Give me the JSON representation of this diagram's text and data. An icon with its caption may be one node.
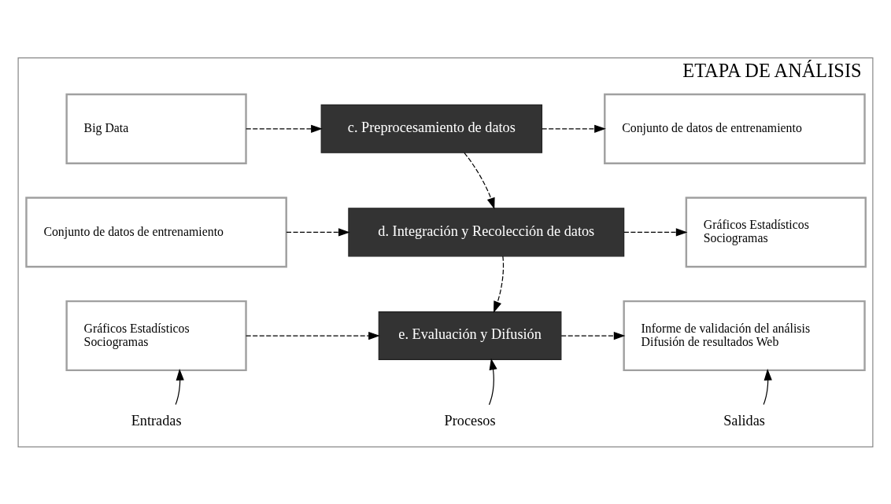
{
  "diagram": {
    "nodes": [
      {
        "text": [
          "ETAPA DE ANÁLISIS"
        ]
      },
      {
        "text": [
          "Big Data"
        ],
        "in": 0
      },
      {
        "text": [
          "c. Preprocesamiento de datos"
        ],
        "in": 0
      },
      {
        "text": [
          "Conjunto de datos de entrenamiento"
        ],
        "in": 0
      },
      {
        "text": [
          "Conjunto de datos de entrenamiento"
        ],
        "in": 0
      },
      {
        "text": [
          "d. Integración y Recolección de datos"
        ],
        "in": 0
      },
      {
        "text": [
          "Gráficos Estadísticos",
          "Sociogramas"
        ],
        "in": 0
      },
      {
        "text": [
          "Gráficos Estadísticos",
          "Sociogramas"
        ],
        "in": 0
      },
      {
        "text": [
          "e. Evaluación y Difusión"
        ],
        "in": 0
      },
      {
        "text": [
          "Informe de validación del análisis",
          "Difusión de resultados Web"
        ],
        "in": 0
      },
      {
        "text": [
          "Entradas"
        ],
        "in": 0
      },
      {
        "text": [
          "Procesos"
        ],
        "in": 0
      },
      {
        "text": [
          "Salidas"
        ],
        "in": 0
      }
    ],
    "edges": [
      {
        "from": 1,
        "to": 2,
        "arrow": "to",
        "style": "dashed"
      },
      {
        "from": 2,
        "to": 3,
        "arrow": "to",
        "style": "dashed"
      },
      {
        "from": 2,
        "to": 5,
        "arrow": "to",
        "style": "dashed"
      },
      {
        "from": 4,
        "to": 5,
        "arrow": "to",
        "style": "dashed"
      },
      {
        "from": 5,
        "to": 6,
        "arrow": "to",
        "style": "dashed"
      },
      {
        "from": 5,
        "to": 8,
        "arrow": "to",
        "style": "dashed"
      },
      {
        "from": 7,
        "to": 8,
        "arrow": "to",
        "style": "dashed"
      },
      {
        "from": 8,
        "to": 9,
        "arrow": "to",
        "style": "dashed"
      },
      {
        "from": 10,
        "to": 7,
        "arrow": "to"
      },
      {
        "from": 11,
        "to": 8,
        "arrow": "to"
      },
      {
        "from": 12,
        "to": 9,
        "arrow": "to"
      }
    ]
  }
}
